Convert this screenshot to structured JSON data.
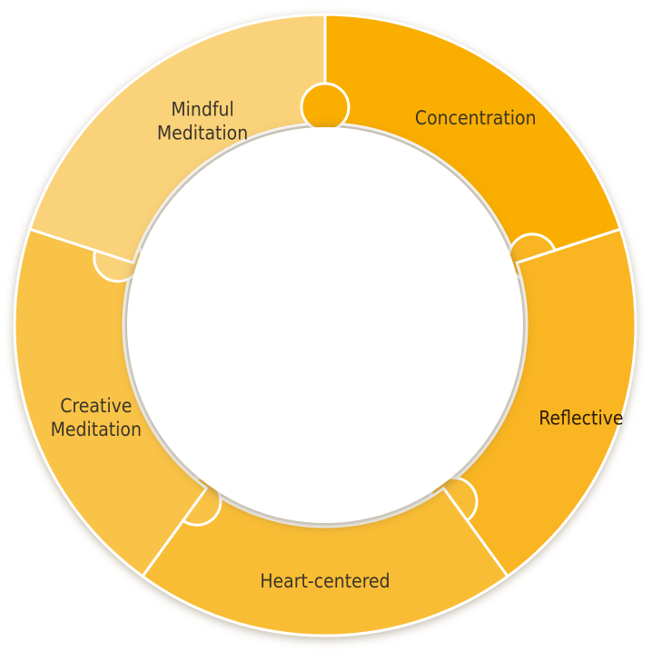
{
  "segments": [
    {
      "id": "concentration",
      "lines": [
        "Concentration"
      ],
      "color": "#F9AE03"
    },
    {
      "id": "reflective",
      "lines": [
        "Reflective"
      ],
      "color": "#F9B520"
    },
    {
      "id": "heart-centered",
      "lines": [
        "Heart-centered"
      ],
      "color": "#F9BD34"
    },
    {
      "id": "creative-meditation",
      "lines": [
        "Creative",
        "Meditation"
      ],
      "color": "#F9C347"
    },
    {
      "id": "mindful-meditation",
      "lines": [
        "Mindful",
        "Meditation"
      ],
      "color": "#FAD27A"
    }
  ],
  "colors": {
    "separator": "#FFFFFF",
    "center": "#FFFFFF",
    "shadow": "#9a8a6a"
  }
}
